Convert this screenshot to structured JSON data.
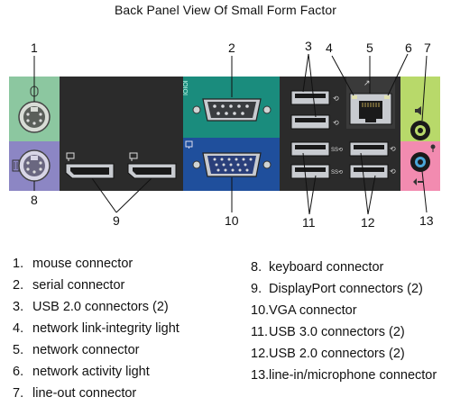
{
  "title": "Back Panel View Of Small Form Factor",
  "panel_labels": {
    "serial": "IOIOI",
    "usb2": "⟲",
    "network": "↗",
    "usb3": "SS⟲"
  },
  "callouts": [
    "1",
    "2",
    "3",
    "4",
    "5",
    "6",
    "7",
    "8",
    "9",
    "10",
    "11",
    "12",
    "13"
  ],
  "legend_left": [
    {
      "num": "1.",
      "text": "mouse connector"
    },
    {
      "num": "2.",
      "text": "serial connector"
    },
    {
      "num": "3.",
      "text": "USB 2.0 connectors (2)"
    },
    {
      "num": "4.",
      "text": "network link-integrity light"
    },
    {
      "num": "5.",
      "text": "network connector"
    },
    {
      "num": "6.",
      "text": "network activity light"
    },
    {
      "num": "7.",
      "text": "line-out connector"
    }
  ],
  "legend_right": [
    {
      "num": "8.",
      "text": "keyboard connector"
    },
    {
      "num": "9.",
      "text": "DisplayPort connectors (2)"
    },
    {
      "num": "10.",
      "text": "VGA connector"
    },
    {
      "num": "11.",
      "text": "USB 3.0 connectors (2)"
    },
    {
      "num": "12.",
      "text": "USB 2.0 connectors (2)"
    },
    {
      "num": "13.",
      "text": "line-in/microphone connector"
    }
  ],
  "colors": {
    "panel": "#2b2b2b",
    "ps2_mouse": "#8cc7a0",
    "ps2_keyboard": "#8c86c4",
    "serial": "#1a8c7d",
    "vga": "#1f4f9c",
    "line_out": "#b8d96a",
    "line_in": "#f28bb0",
    "line_in_jack": "#4aa6d8",
    "port_metal": "#c8cbd0"
  }
}
